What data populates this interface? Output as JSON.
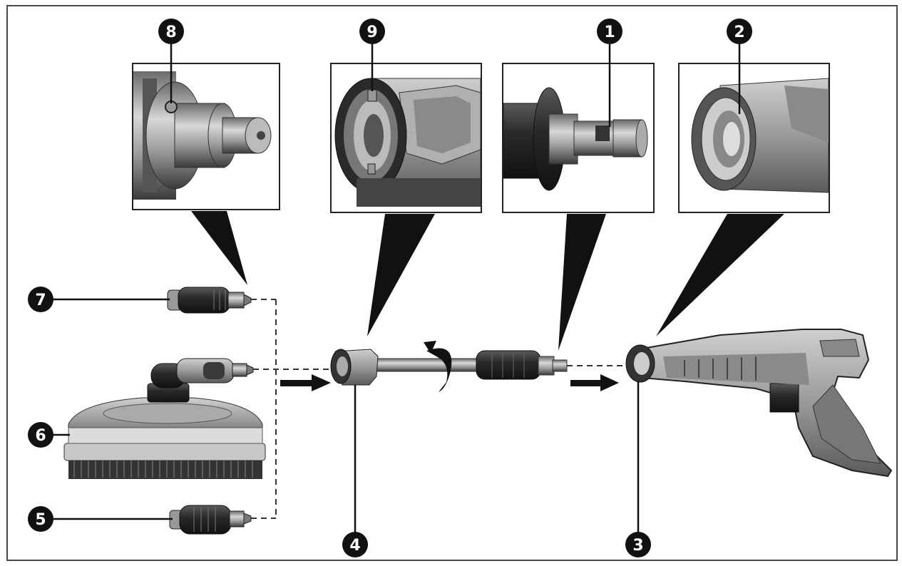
{
  "markers": {
    "m1": "1",
    "m2": "2",
    "m3": "3",
    "m4": "4",
    "m5": "5",
    "m6": "6",
    "m7": "7",
    "m8": "8",
    "m9": "9"
  },
  "colors": {
    "ink": "#1a1a1a",
    "part_dark": "#3a3a3a",
    "part_mid": "#8a8a8a",
    "part_light": "#d0d0d0",
    "frame": "#4a4a4a"
  },
  "icons": [
    "arrow-right-icon",
    "rotate-arrow-icon"
  ]
}
